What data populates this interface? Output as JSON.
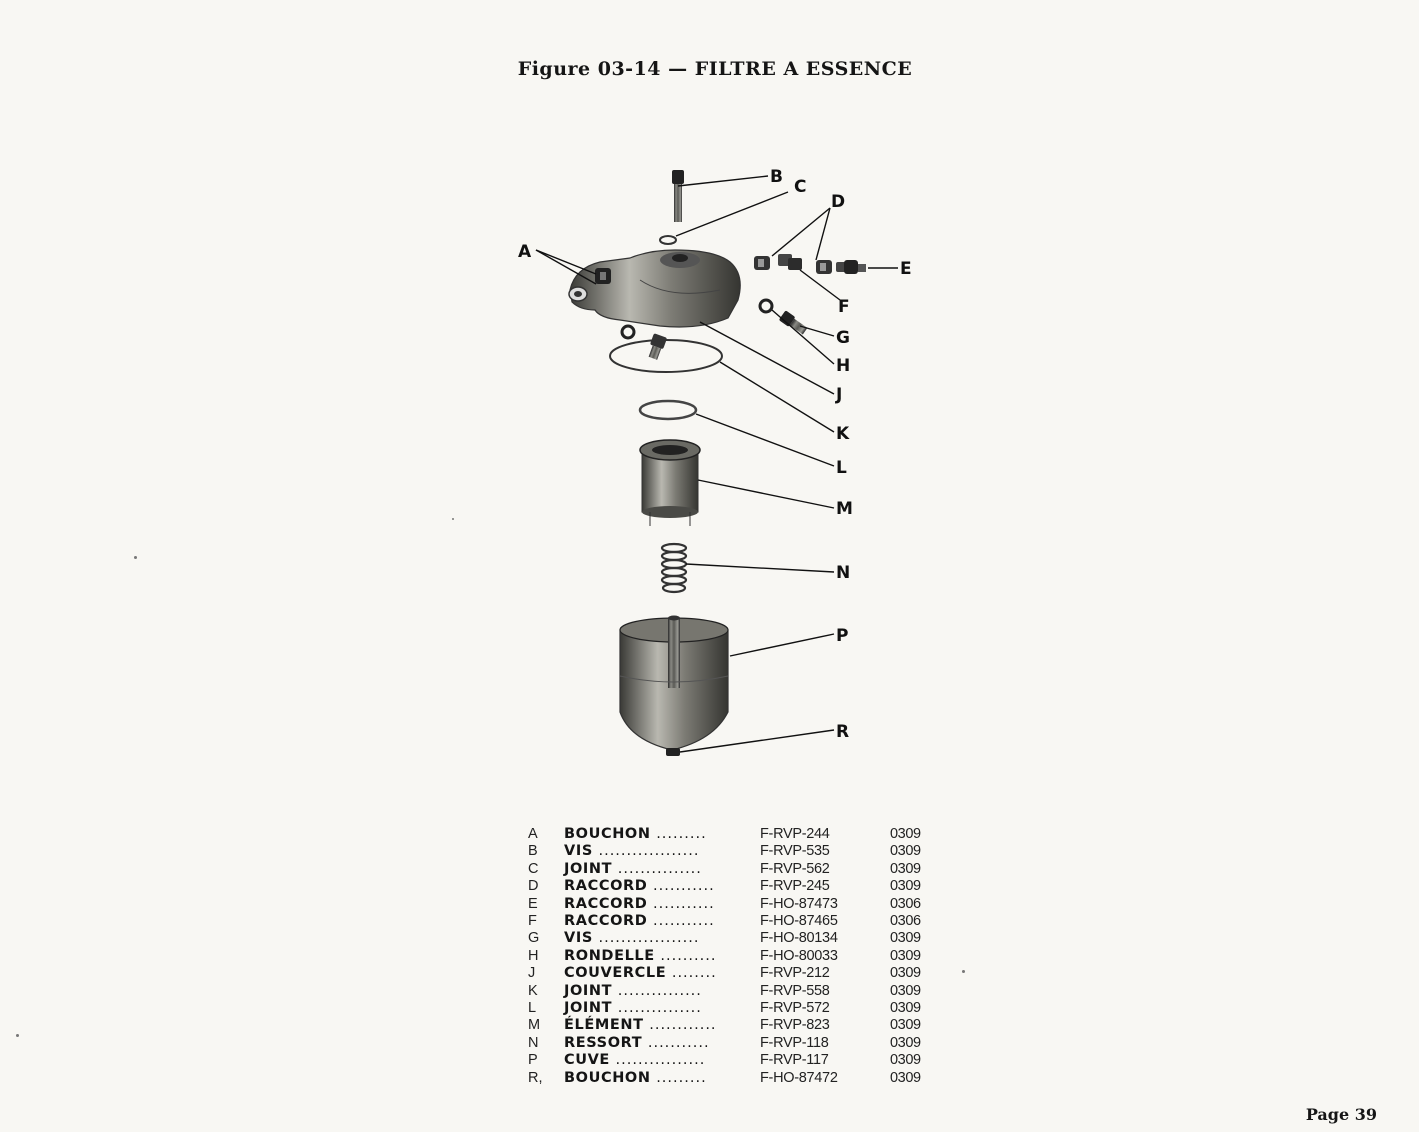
{
  "title": "Figure 03-14 — FILTRE A ESSENCE",
  "callouts": {
    "A": "A",
    "B": "B",
    "C": "C",
    "D": "D",
    "E": "E",
    "F": "F",
    "G": "G",
    "H": "H",
    "J": "J",
    "K": "K",
    "L": "L",
    "M": "M",
    "N": "N",
    "P": "P",
    "R": "R"
  },
  "parts": [
    {
      "letter": "A",
      "name": "BOUCHON",
      "ref": "F-RVP-244",
      "code": "0309"
    },
    {
      "letter": "B",
      "name": "VIS",
      "ref": "F-RVP-535",
      "code": "0309"
    },
    {
      "letter": "C",
      "name": "JOINT",
      "ref": "F-RVP-562",
      "code": "0309"
    },
    {
      "letter": "D",
      "name": "RACCORD",
      "ref": "F-RVP-245",
      "code": "0309"
    },
    {
      "letter": "E",
      "name": "RACCORD",
      "ref": "F-HO-87473",
      "code": "0306"
    },
    {
      "letter": "F",
      "name": "RACCORD",
      "ref": "F-HO-87465",
      "code": "0306"
    },
    {
      "letter": "G",
      "name": "VIS",
      "ref": "F-HO-80134",
      "code": "0309"
    },
    {
      "letter": "H",
      "name": "RONDELLE",
      "ref": "F-HO-80033",
      "code": "0309"
    },
    {
      "letter": "J",
      "name": "COUVERCLE",
      "ref": "F-RVP-212",
      "code": "0309"
    },
    {
      "letter": "K",
      "name": "JOINT",
      "ref": "F-RVP-558",
      "code": "0309"
    },
    {
      "letter": "L",
      "name": "JOINT",
      "ref": "F-RVP-572",
      "code": "0309"
    },
    {
      "letter": "M",
      "name": "ÉLÉMENT",
      "ref": "F-RVP-823",
      "code": "0309"
    },
    {
      "letter": "N",
      "name": "RESSORT",
      "ref": "F-RVP-118",
      "code": "0309"
    },
    {
      "letter": "P",
      "name": "CUVE",
      "ref": "F-RVP-117",
      "code": "0309"
    },
    {
      "letter": "R,",
      "name": "BOUCHON",
      "ref": "F-HO-87472",
      "code": "0309"
    }
  ],
  "page_label": "Page 39"
}
